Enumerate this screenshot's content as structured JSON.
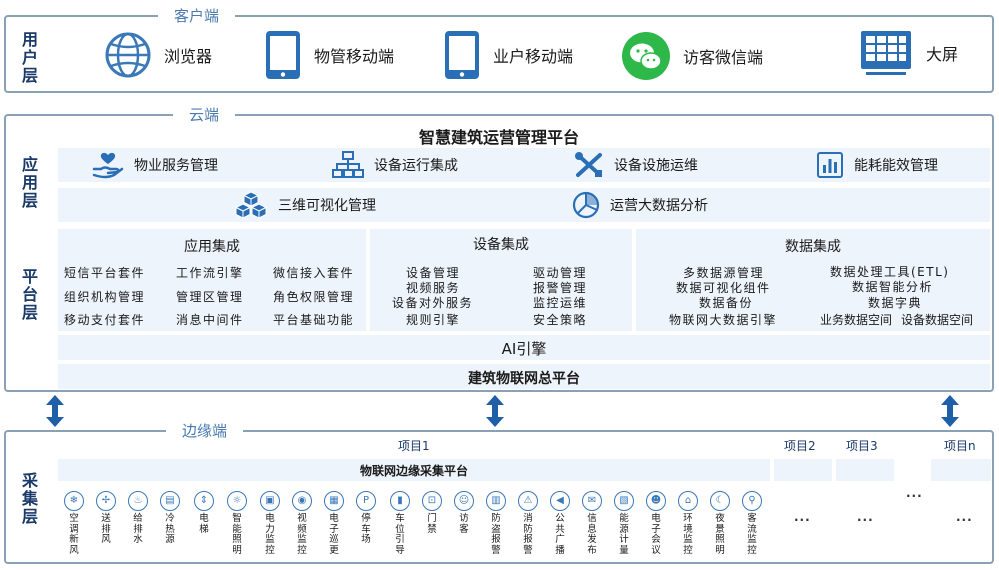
{
  "client": {
    "section_title": "客户端",
    "layer_label": "用户层",
    "items": [
      {
        "label": "浏览器",
        "icon": "globe-icon"
      },
      {
        "label": "物管移动端",
        "icon": "tablet-icon"
      },
      {
        "label": "业户移动端",
        "icon": "tablet-icon"
      },
      {
        "label": "访客微信端",
        "icon": "wechat-icon"
      },
      {
        "label": "大屏",
        "icon": "screen-icon"
      }
    ]
  },
  "cloud": {
    "section_title": "云端",
    "platform_title": "智慧建筑运营管理平台",
    "app_layer_label": "应用层",
    "platform_layer_label": "平台层",
    "apps_row1": [
      {
        "label": "物业服务管理",
        "icon": "hand-heart-icon"
      },
      {
        "label": "设备运行集成",
        "icon": "network-icon"
      },
      {
        "label": "设备设施运维",
        "icon": "tools-icon"
      },
      {
        "label": "能耗能效管理",
        "icon": "bar-chart-icon"
      }
    ],
    "apps_row2": [
      {
        "label": "三维可视化管理",
        "icon": "cubes-icon"
      },
      {
        "label": "运营大数据分析",
        "icon": "pie-chart-icon"
      }
    ],
    "integration": {
      "app": {
        "title": "应用集成",
        "cells": [
          "短信平台套件",
          "工作流引擎",
          "微信接入套件",
          "组织机构管理",
          "管理区管理",
          "角色权限管理",
          "移动支付套件",
          "消息中间件",
          "平台基础功能"
        ]
      },
      "device": {
        "title": "设备集成",
        "left": [
          "设备管理",
          "视频服务",
          "设备对外服务",
          "规则引擎"
        ],
        "right": [
          "驱动管理",
          "报警管理",
          "监控运维",
          "安全策略"
        ]
      },
      "data": {
        "title": "数据集成",
        "left": [
          "多数据源管理",
          "数据可视化组件",
          "数据备份",
          "物联网大数据引擎"
        ],
        "right": [
          "数据处理工具(ETL)",
          "数据智能分析",
          "数据字典"
        ],
        "bottom_right": [
          "业务数据空间",
          "设备数据空间"
        ]
      }
    },
    "ai_engine": "AI引擎",
    "iot_platform": "建筑物联网总平台"
  },
  "edge": {
    "section_title": "边缘端",
    "layer_label": "采集层",
    "projects": [
      "项目1",
      "项目2",
      "项目3",
      "项目n"
    ],
    "edge_platform": "物联网边缘采集平台",
    "ellipsis": "...",
    "items": [
      {
        "label": "空调新风",
        "icon": "ac-icon"
      },
      {
        "label": "送排风",
        "icon": "fan-icon"
      },
      {
        "label": "给排水",
        "icon": "faucet-icon"
      },
      {
        "label": "冷热源",
        "icon": "heat-source-icon"
      },
      {
        "label": "电梯",
        "icon": "elevator-icon"
      },
      {
        "label": "智能照明",
        "icon": "bulb-icon"
      },
      {
        "label": "电力监控",
        "icon": "power-icon"
      },
      {
        "label": "视频监控",
        "icon": "camera-icon"
      },
      {
        "label": "电子巡更",
        "icon": "patrol-icon"
      },
      {
        "label": "停车场",
        "icon": "parking-icon"
      },
      {
        "label": "车位引导",
        "icon": "guide-icon"
      },
      {
        "label": "门禁",
        "icon": "door-icon"
      },
      {
        "label": "访客",
        "icon": "visitor-icon"
      },
      {
        "label": "防盗报警",
        "icon": "alarm-icon"
      },
      {
        "label": "消防报警",
        "icon": "fire-icon"
      },
      {
        "label": "公共广播",
        "icon": "speaker-icon"
      },
      {
        "label": "信息发布",
        "icon": "info-icon"
      },
      {
        "label": "能源计量",
        "icon": "meter-icon"
      },
      {
        "label": "电子会议",
        "icon": "meeting-icon"
      },
      {
        "label": "环境监控",
        "icon": "env-icon"
      },
      {
        "label": "夜景照明",
        "icon": "moon-icon"
      },
      {
        "label": "客流监控",
        "icon": "flow-icon"
      }
    ]
  },
  "colors": {
    "accent": "#3a78b8",
    "border": "#8aa0b5",
    "band": "#eef4fb",
    "title": "#4a7ab0"
  }
}
